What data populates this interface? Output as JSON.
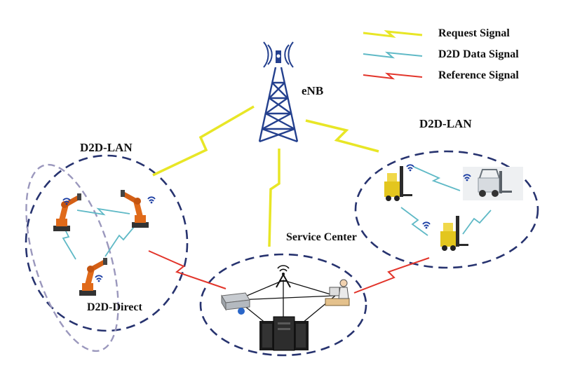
{
  "legend": {
    "request": "Request Signal",
    "d2d_data": "D2D Data Signal",
    "reference": "Reference Signal"
  },
  "labels": {
    "enb": "eNB",
    "d2d_lan_left": "D2D-LAN",
    "d2d_lan_right": "D2D-LAN",
    "service_center": "Service Center",
    "d2d_direct": "D2D-Direct"
  },
  "colors": {
    "request": "#e8e626",
    "d2d_data": "#5fb9c6",
    "reference": "#e2342a",
    "cluster_border": "#27336f",
    "direct_border": "#9b98bd",
    "tower": "#24408e",
    "robot": "#e06a1a",
    "forklift": "#e3c61e"
  },
  "icons": [
    "cell-tower-icon",
    "industrial-robot-icon",
    "forklift-icon",
    "server-icon",
    "operator-icon",
    "wireless-icon"
  ]
}
